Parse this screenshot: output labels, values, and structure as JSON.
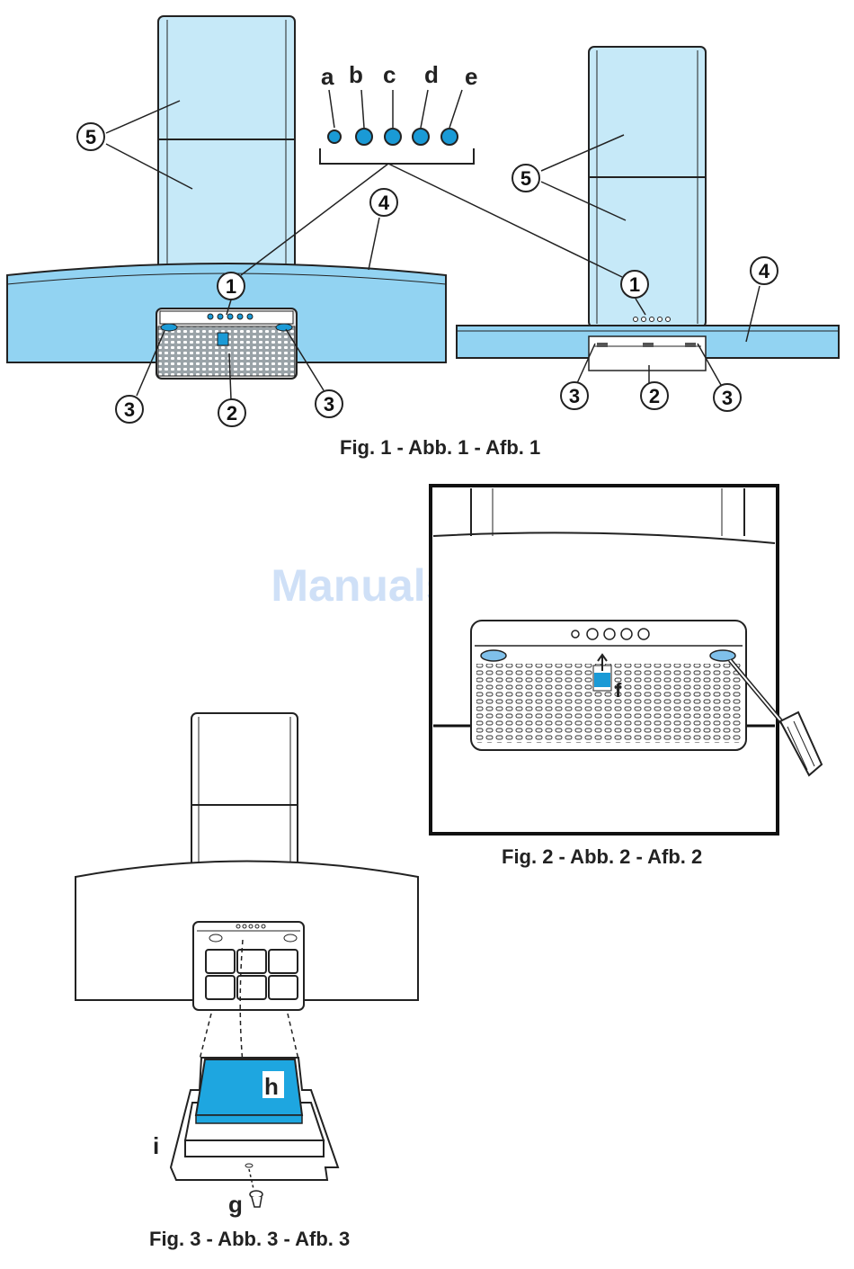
{
  "watermark": "ManualsLib.de",
  "fig1": {
    "caption": "Fig. 1 - Abb. 1 - Afb. 1",
    "button_letters": [
      "a",
      "b",
      "c",
      "d",
      "e"
    ],
    "callouts": [
      "1",
      "2",
      "3",
      "4",
      "5"
    ]
  },
  "fig2": {
    "caption": "Fig. 2 - Abb. 2 - Afb. 2",
    "label_f": "f"
  },
  "fig3": {
    "caption": "Fig. 3 - Abb. 3 - Afb. 3",
    "label_g": "g",
    "label_h": "h",
    "label_i": "i"
  },
  "colors": {
    "hood_blue": "#92d3f2",
    "chimney_blue": "#c6e9f8",
    "button_blue": "#1a9ad6",
    "filter_blue": "#1ea6e0",
    "line": "#222222"
  }
}
